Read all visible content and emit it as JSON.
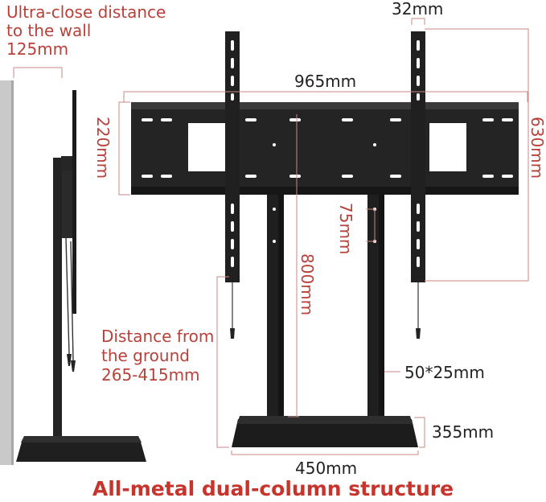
{
  "colors": {
    "accent_text": "#b8413a",
    "title_text": "#c8342b",
    "dimension_line": "#c98a84",
    "metal": "#1e1e1e",
    "wall": "#c9c9c9"
  },
  "labels": {
    "wall_distance": [
      "Ultra-close distance",
      "to the wall",
      "125mm"
    ],
    "top_width": "32mm",
    "mount_width": "965mm",
    "mount_height": "220mm",
    "total_height": "630mm",
    "hole_spacing": "75mm",
    "column_height": "800mm",
    "ground_distance": [
      "Distance from",
      "the ground",
      "265-415mm"
    ],
    "column_section": "50*25mm",
    "base_depth": "355mm",
    "base_width": "450mm"
  },
  "title": "All-metal dual-column structure"
}
